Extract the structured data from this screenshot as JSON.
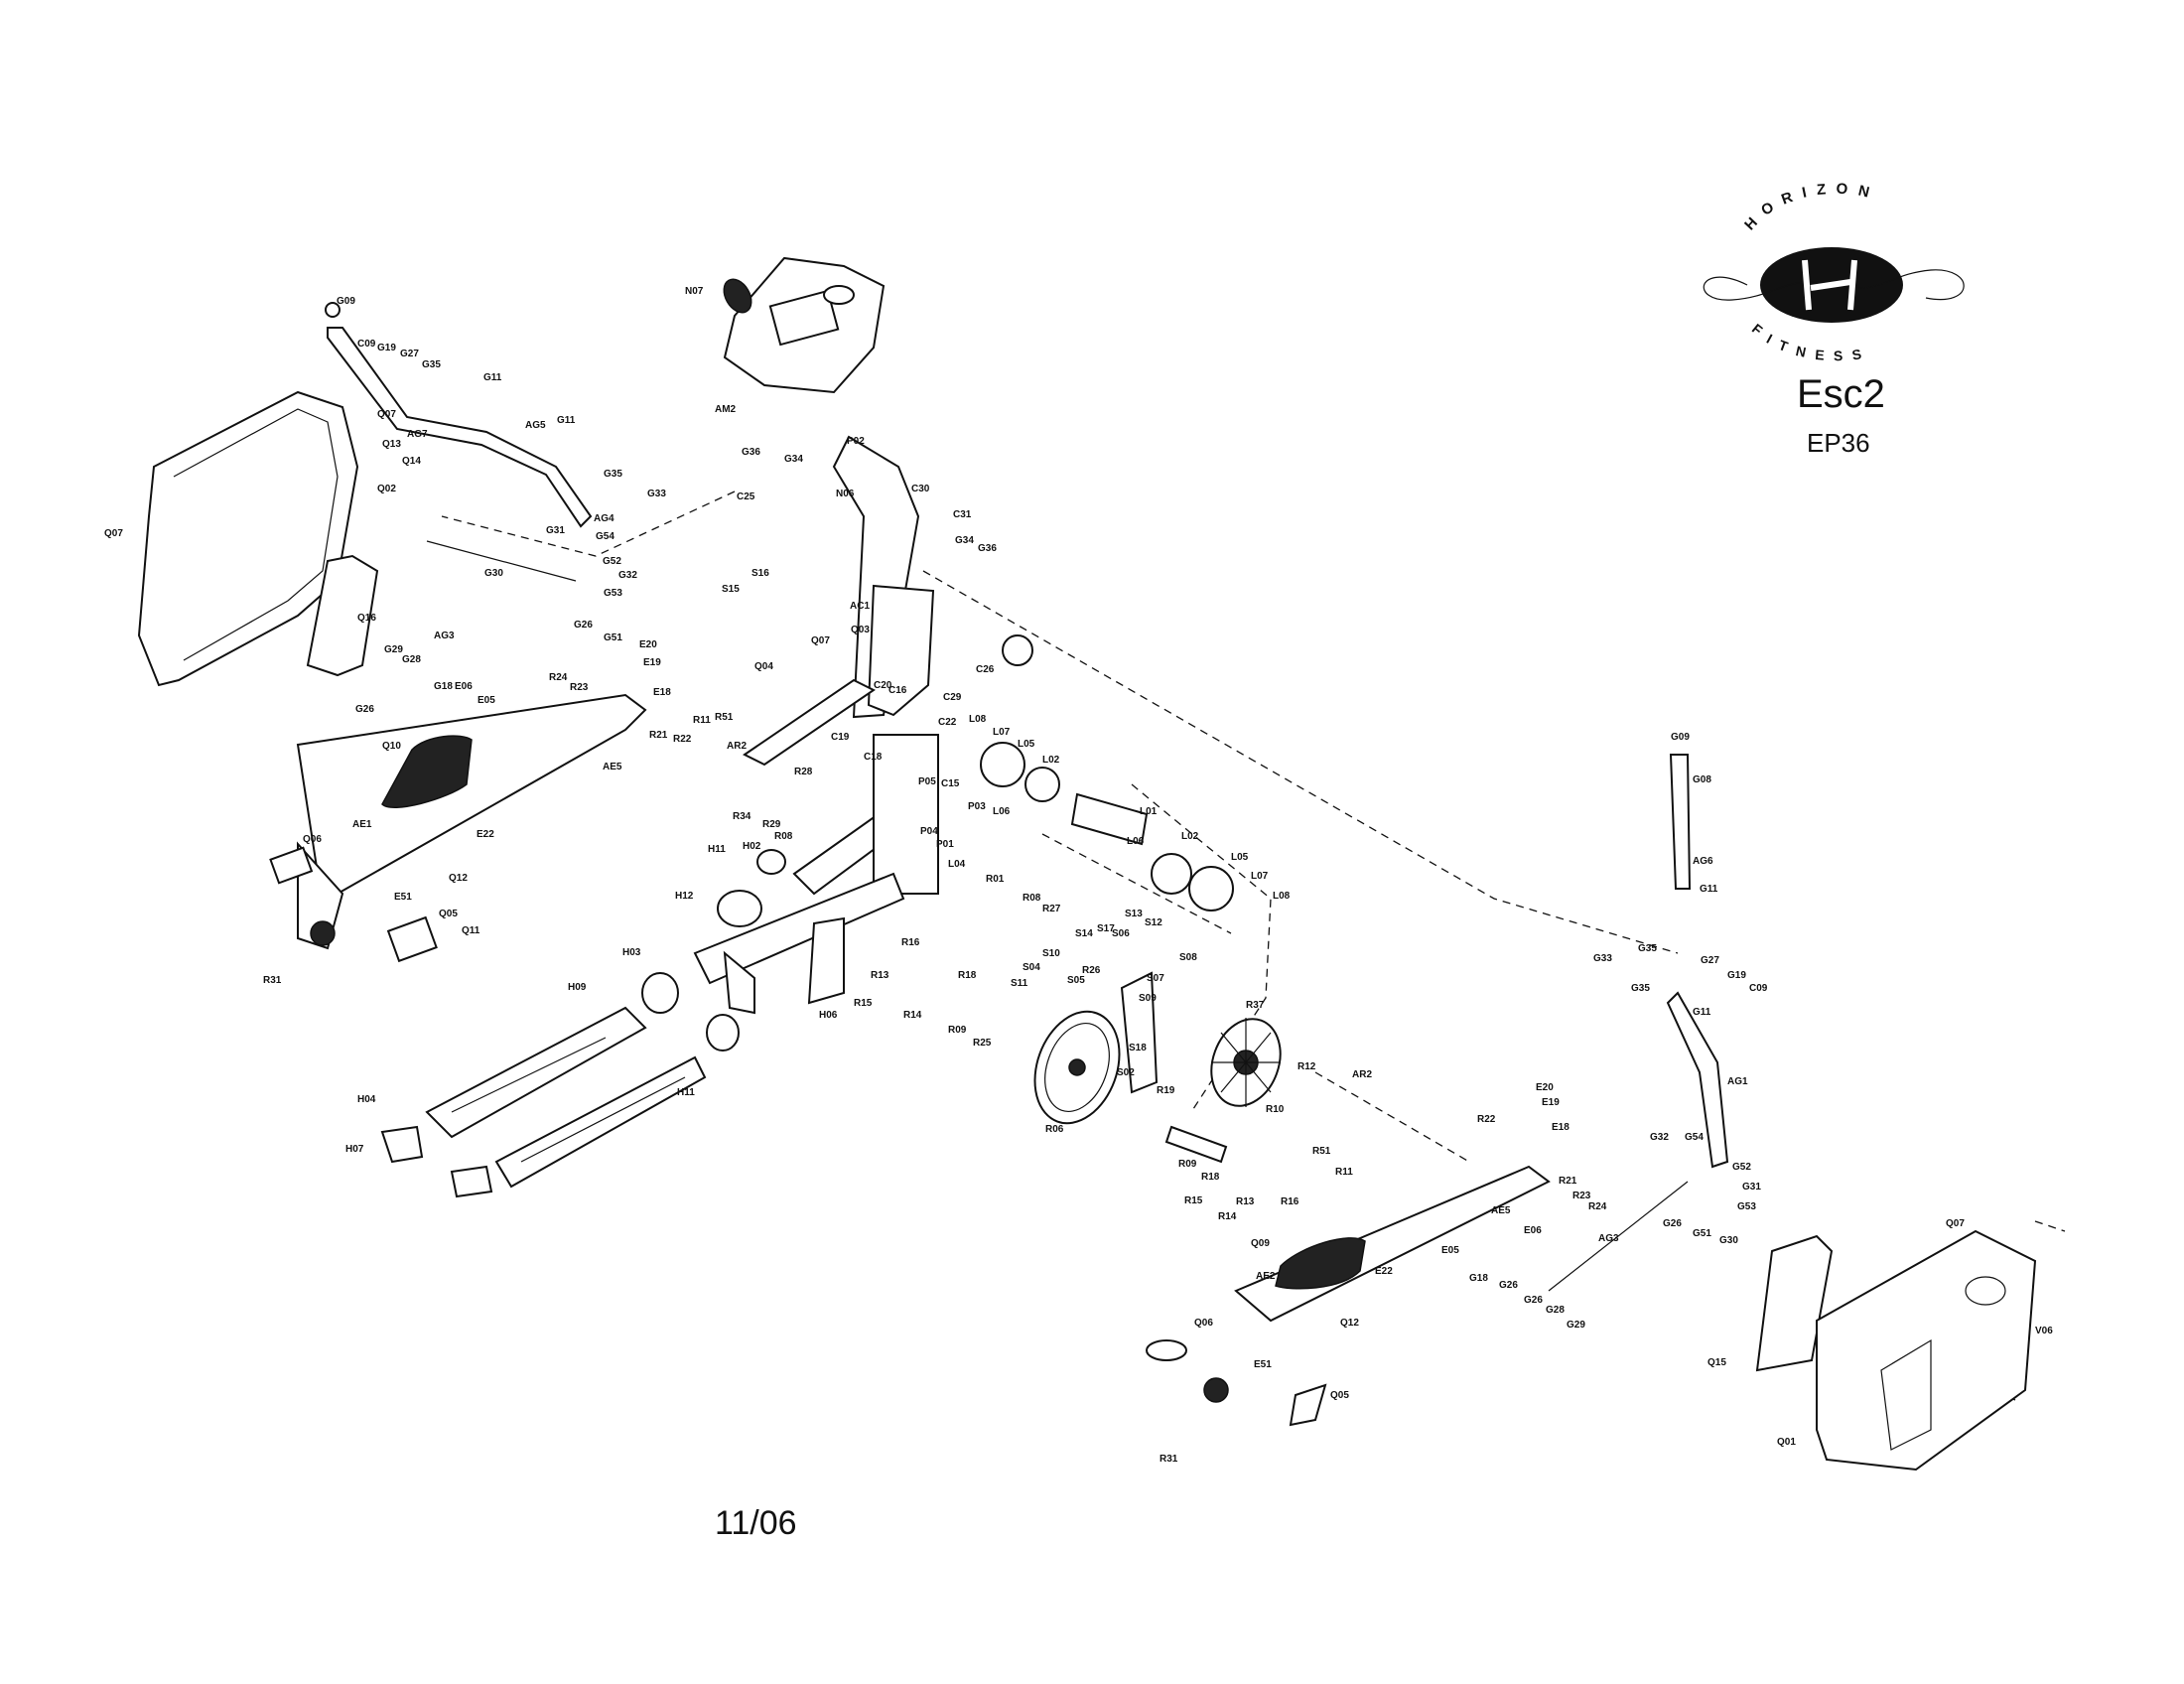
{
  "brand": {
    "logo_top_text": "HORIZON",
    "logo_bottom_text": "FITNESS",
    "model": "Esc2",
    "code": "EP36"
  },
  "date": "11/06",
  "callouts": [
    {
      "id": "c1",
      "text": "G09"
    },
    {
      "id": "c2",
      "text": "C09"
    },
    {
      "id": "c3",
      "text": "G19"
    },
    {
      "id": "c4",
      "text": "G27"
    },
    {
      "id": "c5",
      "text": "G35"
    },
    {
      "id": "c6",
      "text": "G11"
    },
    {
      "id": "c7",
      "text": "AG5"
    },
    {
      "id": "c8",
      "text": "G11"
    },
    {
      "id": "c9",
      "text": "Q07"
    },
    {
      "id": "c10",
      "text": "AG7"
    },
    {
      "id": "c11",
      "text": "Q13"
    },
    {
      "id": "c12",
      "text": "Q14"
    },
    {
      "id": "c13",
      "text": "Q02"
    },
    {
      "id": "c14",
      "text": "Q07"
    },
    {
      "id": "c15",
      "text": "G35"
    },
    {
      "id": "c16",
      "text": "G33"
    },
    {
      "id": "c17",
      "text": "AG4"
    },
    {
      "id": "c18",
      "text": "G31"
    },
    {
      "id": "c19",
      "text": "G54"
    },
    {
      "id": "c20",
      "text": "G30"
    },
    {
      "id": "c21",
      "text": "G52"
    },
    {
      "id": "c22",
      "text": "G32"
    },
    {
      "id": "c23",
      "text": "G53"
    },
    {
      "id": "c24",
      "text": "G26"
    },
    {
      "id": "c25",
      "text": "G51"
    },
    {
      "id": "c26",
      "text": "Q16"
    },
    {
      "id": "c27",
      "text": "AG3"
    },
    {
      "id": "c28",
      "text": "G29"
    },
    {
      "id": "c29",
      "text": "G28"
    },
    {
      "id": "c30",
      "text": "G18"
    },
    {
      "id": "c31",
      "text": "E06"
    },
    {
      "id": "c32",
      "text": "G26"
    },
    {
      "id": "c33",
      "text": "E05"
    },
    {
      "id": "c34",
      "text": "E20"
    },
    {
      "id": "c35",
      "text": "E19"
    },
    {
      "id": "c36",
      "text": "E18"
    },
    {
      "id": "c37",
      "text": "R24"
    },
    {
      "id": "c38",
      "text": "R23"
    },
    {
      "id": "c39",
      "text": "Q10"
    },
    {
      "id": "c40",
      "text": "R21"
    },
    {
      "id": "c41",
      "text": "R22"
    },
    {
      "id": "c42",
      "text": "R11"
    },
    {
      "id": "c43",
      "text": "R51"
    },
    {
      "id": "c44",
      "text": "AE5"
    },
    {
      "id": "c45",
      "text": "AR2"
    },
    {
      "id": "c46",
      "text": "AE1"
    },
    {
      "id": "c47",
      "text": "E22"
    },
    {
      "id": "c48",
      "text": "Q12"
    },
    {
      "id": "c49",
      "text": "Q06"
    },
    {
      "id": "c50",
      "text": "E51"
    },
    {
      "id": "c51",
      "text": "Q05"
    },
    {
      "id": "c52",
      "text": "Q11"
    },
    {
      "id": "c53",
      "text": "R31"
    },
    {
      "id": "c54",
      "text": "N07"
    },
    {
      "id": "c55",
      "text": "AM2"
    },
    {
      "id": "c56",
      "text": "G36"
    },
    {
      "id": "c57",
      "text": "G34"
    },
    {
      "id": "c58",
      "text": "P02"
    },
    {
      "id": "c59",
      "text": "C25"
    },
    {
      "id": "c60",
      "text": "N06"
    },
    {
      "id": "c61",
      "text": "C30"
    },
    {
      "id": "c62",
      "text": "C31"
    },
    {
      "id": "c63",
      "text": "G34"
    },
    {
      "id": "c64",
      "text": "G36"
    },
    {
      "id": "c65",
      "text": "S16"
    },
    {
      "id": "c66",
      "text": "S15"
    },
    {
      "id": "c67",
      "text": "AC1"
    },
    {
      "id": "c68",
      "text": "Q07"
    },
    {
      "id": "c69",
      "text": "Q03"
    },
    {
      "id": "c70",
      "text": "Q04"
    },
    {
      "id": "c71",
      "text": "C26"
    },
    {
      "id": "c72",
      "text": "C20"
    },
    {
      "id": "c73",
      "text": "C16"
    },
    {
      "id": "c74",
      "text": "C19"
    },
    {
      "id": "c75",
      "text": "C29"
    },
    {
      "id": "c76",
      "text": "C22"
    },
    {
      "id": "c77",
      "text": "L08"
    },
    {
      "id": "c78",
      "text": "L07"
    },
    {
      "id": "c79",
      "text": "L05"
    },
    {
      "id": "c80",
      "text": "C18"
    },
    {
      "id": "c81",
      "text": "P05"
    },
    {
      "id": "c82",
      "text": "C15"
    },
    {
      "id": "c83",
      "text": "L02"
    },
    {
      "id": "c84",
      "text": "P03"
    },
    {
      "id": "c85",
      "text": "L06"
    },
    {
      "id": "c86",
      "text": "L01"
    },
    {
      "id": "c87",
      "text": "L06"
    },
    {
      "id": "c88",
      "text": "R28"
    },
    {
      "id": "c89",
      "text": "R34"
    },
    {
      "id": "c90",
      "text": "R29"
    },
    {
      "id": "c91",
      "text": "R08"
    },
    {
      "id": "c92",
      "text": "P04"
    },
    {
      "id": "c93",
      "text": "P01"
    },
    {
      "id": "c94",
      "text": "L04"
    },
    {
      "id": "c95",
      "text": "L02"
    },
    {
      "id": "c96",
      "text": "L05"
    },
    {
      "id": "c97",
      "text": "L07"
    },
    {
      "id": "c98",
      "text": "L08"
    },
    {
      "id": "c99",
      "text": "H11"
    },
    {
      "id": "c100",
      "text": "H02"
    },
    {
      "id": "c101",
      "text": "R01"
    },
    {
      "id": "c102",
      "text": "H12"
    },
    {
      "id": "c103",
      "text": "R08"
    },
    {
      "id": "c104",
      "text": "R27"
    },
    {
      "id": "c105",
      "text": "S13"
    },
    {
      "id": "c106",
      "text": "S12"
    },
    {
      "id": "c107",
      "text": "S14"
    },
    {
      "id": "c108",
      "text": "S17"
    },
    {
      "id": "c109",
      "text": "S06"
    },
    {
      "id": "c110",
      "text": "S08"
    },
    {
      "id": "c111",
      "text": "S10"
    },
    {
      "id": "c112",
      "text": "S04"
    },
    {
      "id": "c113",
      "text": "R26"
    },
    {
      "id": "c114",
      "text": "S05"
    },
    {
      "id": "c115",
      "text": "S07"
    },
    {
      "id": "c116",
      "text": "S11"
    },
    {
      "id": "c117",
      "text": "S09"
    },
    {
      "id": "c118",
      "text": "H03"
    },
    {
      "id": "c119",
      "text": "R16"
    },
    {
      "id": "c120",
      "text": "R13"
    },
    {
      "id": "c121",
      "text": "R15"
    },
    {
      "id": "c122",
      "text": "R14"
    },
    {
      "id": "c123",
      "text": "R18"
    },
    {
      "id": "c124",
      "text": "H06"
    },
    {
      "id": "c125",
      "text": "H09"
    },
    {
      "id": "c126",
      "text": "R09"
    },
    {
      "id": "c127",
      "text": "R25"
    },
    {
      "id": "c128",
      "text": "R37"
    },
    {
      "id": "c129",
      "text": "S18"
    },
    {
      "id": "c130",
      "text": "S02"
    },
    {
      "id": "c131",
      "text": "H11"
    },
    {
      "id": "c132",
      "text": "R06"
    },
    {
      "id": "c133",
      "text": "R12"
    },
    {
      "id": "c134",
      "text": "R19"
    },
    {
      "id": "c135",
      "text": "R10"
    },
    {
      "id": "c136",
      "text": "H04"
    },
    {
      "id": "c137",
      "text": "H07"
    },
    {
      "id": "c138",
      "text": "R09"
    },
    {
      "id": "c139",
      "text": "R18"
    },
    {
      "id": "c140",
      "text": "R15"
    },
    {
      "id": "c141",
      "text": "R14"
    },
    {
      "id": "c142",
      "text": "R13"
    },
    {
      "id": "c143",
      "text": "R16"
    },
    {
      "id": "c144",
      "text": "AR2"
    },
    {
      "id": "c145",
      "text": "R51"
    },
    {
      "id": "c146",
      "text": "R11"
    },
    {
      "id": "c147",
      "text": "R22"
    },
    {
      "id": "c148",
      "text": "E20"
    },
    {
      "id": "c149",
      "text": "E19"
    },
    {
      "id": "c150",
      "text": "E18"
    },
    {
      "id": "c151",
      "text": "R21"
    },
    {
      "id": "c152",
      "text": "R23"
    },
    {
      "id": "c153",
      "text": "R24"
    },
    {
      "id": "c154",
      "text": "AE5"
    },
    {
      "id": "c155",
      "text": "E06"
    },
    {
      "id": "c156",
      "text": "AG3"
    },
    {
      "id": "c157",
      "text": "E05"
    },
    {
      "id": "c158",
      "text": "G18"
    },
    {
      "id": "c159",
      "text": "G26"
    },
    {
      "id": "c160",
      "text": "G26"
    },
    {
      "id": "c161",
      "text": "G28"
    },
    {
      "id": "c162",
      "text": "G29"
    },
    {
      "id": "c163",
      "text": "Q09"
    },
    {
      "id": "c164",
      "text": "AE2"
    },
    {
      "id": "c165",
      "text": "E22"
    },
    {
      "id": "c166",
      "text": "Q12"
    },
    {
      "id": "c167",
      "text": "Q06"
    },
    {
      "id": "c168",
      "text": "E51"
    },
    {
      "id": "c169",
      "text": "Q05"
    },
    {
      "id": "c170",
      "text": "R31"
    },
    {
      "id": "c171",
      "text": "G09"
    },
    {
      "id": "c172",
      "text": "G08"
    },
    {
      "id": "c173",
      "text": "AG6"
    },
    {
      "id": "c174",
      "text": "G11"
    },
    {
      "id": "c175",
      "text": "G33"
    },
    {
      "id": "c176",
      "text": "G35"
    },
    {
      "id": "c177",
      "text": "G35"
    },
    {
      "id": "c178",
      "text": "G27"
    },
    {
      "id": "c179",
      "text": "G19"
    },
    {
      "id": "c180",
      "text": "C09"
    },
    {
      "id": "c181",
      "text": "G11"
    },
    {
      "id": "c182",
      "text": "AG1"
    },
    {
      "id": "c183",
      "text": "G32"
    },
    {
      "id": "c184",
      "text": "G54"
    },
    {
      "id": "c185",
      "text": "G52"
    },
    {
      "id": "c186",
      "text": "G31"
    },
    {
      "id": "c187",
      "text": "G26"
    },
    {
      "id": "c188",
      "text": "G53"
    },
    {
      "id": "c189",
      "text": "G51"
    },
    {
      "id": "c190",
      "text": "G30"
    },
    {
      "id": "c191",
      "text": "Q07"
    },
    {
      "id": "c192",
      "text": "V06"
    },
    {
      "id": "c193",
      "text": "Q15"
    },
    {
      "id": "c194",
      "text": "Q01"
    }
  ]
}
